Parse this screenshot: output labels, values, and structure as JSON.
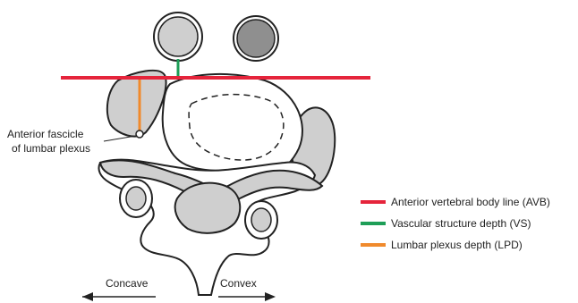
{
  "annotation": {
    "line1": "Anterior fascicle",
    "line2": "of lumbar plexus"
  },
  "legend": [
    {
      "label": "Anterior vertebral body line (AVB)",
      "color": "#e5243b"
    },
    {
      "label": "Vascular structure depth (VS)",
      "color": "#1e9e57"
    },
    {
      "label": "Lumbar plexus depth (LPD)",
      "color": "#f08a2c"
    }
  ],
  "arrows": {
    "left": "Concave",
    "right": "Convex"
  },
  "colors": {
    "outline": "#222222",
    "grey_fill": "#cfcfcf",
    "dark_grey_fill": "#8f8f8f",
    "avb_line": "#e5243b",
    "vs_line": "#1e9e57",
    "lpd_line": "#f08a2c"
  }
}
